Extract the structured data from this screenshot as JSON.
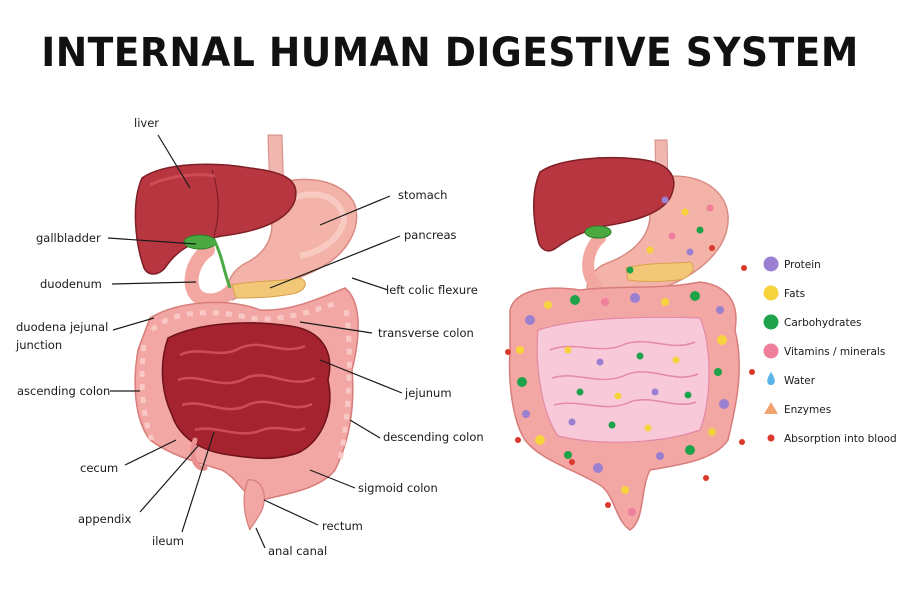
{
  "title": "INTERNAL HUMAN DIGESTIVE SYSTEM",
  "left_labels": {
    "liver": "liver",
    "gallbladder": "gallbladder",
    "duodenum": "duodenum",
    "duodena_jejunal_1": "duodena jejunal",
    "duodena_jejunal_2": "junction",
    "ascending_colon": "ascending colon",
    "cecum": "cecum",
    "appendix": "appendix",
    "ileum": "ileum"
  },
  "right_labels": {
    "stomach": "stomach",
    "pancreas": "pancreas",
    "left_colic_flexure": "left colic flexure",
    "transverse_colon": "transverse colon",
    "jejunum": "jejunum",
    "descending_colon": "descending colon",
    "sigmoid_colon": "sigmoid colon",
    "rectum": "rectum",
    "anal_canal": "anal canal"
  },
  "legend": [
    {
      "key": "protein",
      "label": "Protein",
      "color": "#9b7fd1",
      "icon": "circle"
    },
    {
      "key": "fats",
      "label": "Fats",
      "color": "#f6d33c",
      "icon": "circle"
    },
    {
      "key": "carbohydrates",
      "label": "Carbohydrates",
      "color": "#1fa34a",
      "icon": "circle"
    },
    {
      "key": "vitamins",
      "label": "Vitamins / minerals",
      "color": "#ef7f9a",
      "icon": "circle"
    },
    {
      "key": "water",
      "label": "Water",
      "color": "#5ab4e8",
      "icon": "drop"
    },
    {
      "key": "enzymes",
      "label": "Enzymes",
      "color": "#f0a36f",
      "icon": "triangle"
    },
    {
      "key": "absorption",
      "label": "Absorption into blood",
      "color": "#d93a2b",
      "icon": "dot"
    }
  ]
}
